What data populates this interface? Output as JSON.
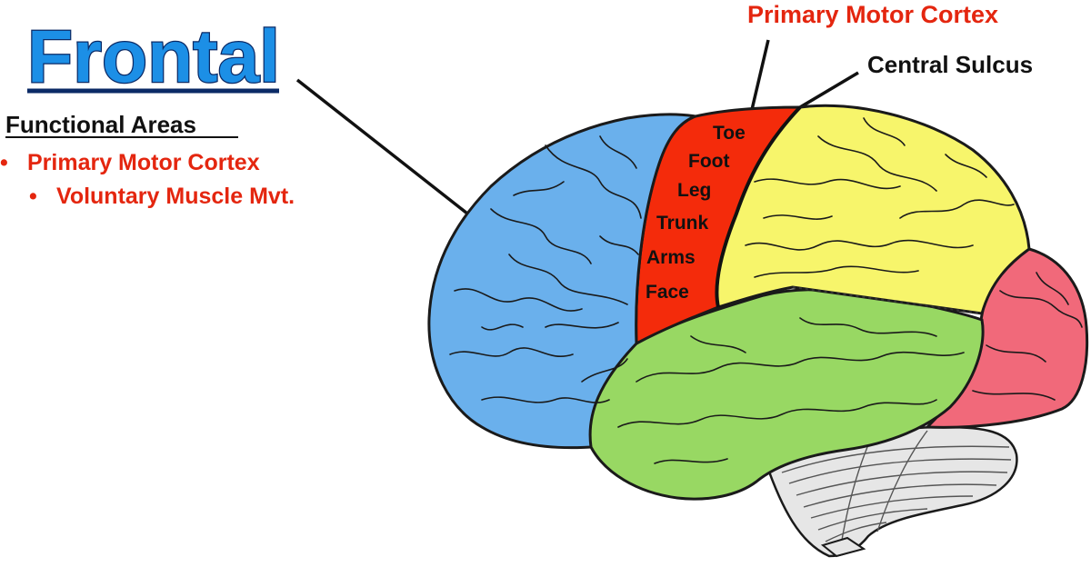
{
  "title": "Frontal",
  "functional_areas": {
    "heading": "Functional Areas",
    "items": [
      {
        "bullet": "•",
        "text": "Primary Motor Cortex"
      },
      {
        "bullet": "•",
        "text": "Voluntary Muscle Mvt."
      }
    ]
  },
  "callouts": {
    "primary_motor_cortex": "Primary Motor Cortex",
    "central_sulcus": "Central Sulcus"
  },
  "motor_strip_labels": [
    "Toe",
    "Foot",
    "Leg",
    "Trunk",
    "Arms",
    "Face"
  ],
  "colors": {
    "frontal_lobe": "#6ab0ec",
    "primary_motor_cortex": "#f42b0b",
    "parietal_lobe": "#f7f56b",
    "temporal_lobe": "#98d863",
    "occipital_lobe": "#f1697a",
    "cerebellum": "#e6e6e6",
    "title": "#1c8fe6",
    "label_red": "#e4260f"
  }
}
